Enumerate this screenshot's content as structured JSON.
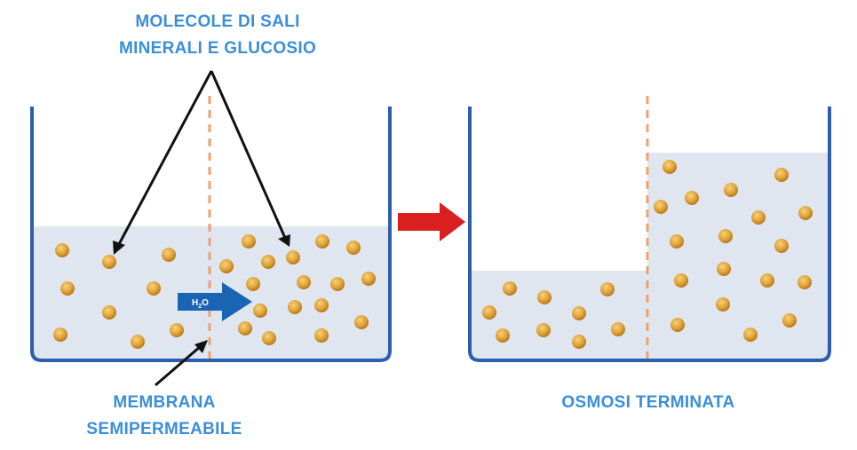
{
  "labels": {
    "molecules": [
      "MOLECOLE DI SALI",
      "MINERALI E GLUCOSIO"
    ],
    "membrane": [
      "MEMBRANA",
      "SEMIPERMEABILE"
    ],
    "osmosis_done": "OSMOSI TERMINATA"
  },
  "arrow_label": {
    "main": "H",
    "sub": "2",
    "tail": "O"
  },
  "colors": {
    "text": "#3b8ed8",
    "container": "#2b5fad",
    "water": "#dfe6f0",
    "membrane": "#f0a070",
    "particle": "#e0a43a",
    "arrow_blue": "#1a64b4",
    "arrow_red": "#d91f1f"
  },
  "icons": [
    "beaker-left",
    "beaker-right",
    "transition-arrow",
    "water-flow-arrow"
  ]
}
